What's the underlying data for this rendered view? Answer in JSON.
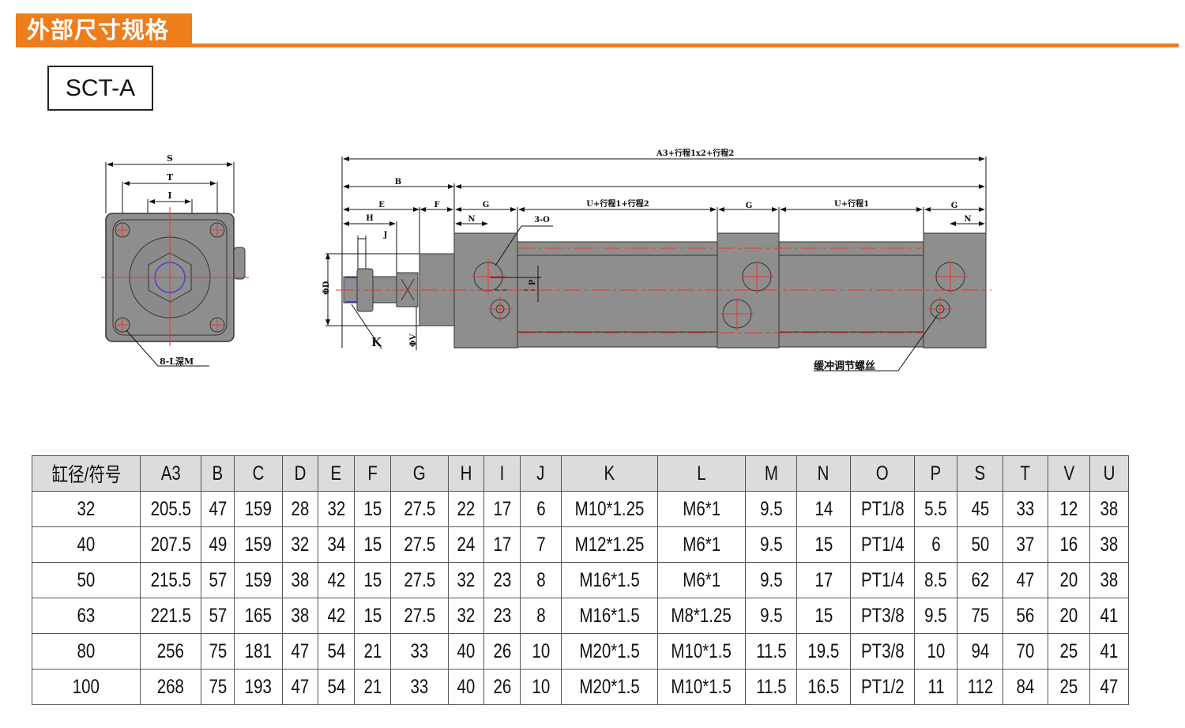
{
  "section_title": "外部尺寸规格",
  "model": "SCT-A",
  "colors": {
    "accent": "#ee7d1c",
    "body": "#8e8e8e",
    "centerline": "#e8382a",
    "thread": "#3a3acc"
  },
  "front_view_labels": {
    "s": "S",
    "t": "T",
    "i": "I",
    "holes": "8-L深M"
  },
  "side_view_labels": {
    "overall": "A3+行程1x2+行程2",
    "b": "B",
    "e": "E",
    "f": "F",
    "h": "H",
    "j": "J",
    "n_left": "N",
    "n_right": "N",
    "g1": "G",
    "g2": "G",
    "g3": "G",
    "u_stroke12": "U+行程1+行程2",
    "u_stroke1": "U+行程1",
    "port": "3-O",
    "p": "P",
    "d": "ΦD",
    "v": "ΦV",
    "k": "K",
    "cushion": "缓冲调节螺丝"
  },
  "table": {
    "headers": [
      "缸径/符号",
      "A3",
      "B",
      "C",
      "D",
      "E",
      "F",
      "G",
      "H",
      "I",
      "J",
      "K",
      "L",
      "M",
      "N",
      "O",
      "P",
      "S",
      "T",
      "V",
      "U"
    ],
    "rows": [
      [
        "32",
        "205.5",
        "47",
        "159",
        "28",
        "32",
        "15",
        "27.5",
        "22",
        "17",
        "6",
        "M10*1.25",
        "M6*1",
        "9.5",
        "14",
        "PT1/8",
        "5.5",
        "45",
        "33",
        "12",
        "38"
      ],
      [
        "40",
        "207.5",
        "49",
        "159",
        "32",
        "34",
        "15",
        "27.5",
        "24",
        "17",
        "7",
        "M12*1.25",
        "M6*1",
        "9.5",
        "15",
        "PT1/4",
        "6",
        "50",
        "37",
        "16",
        "38"
      ],
      [
        "50",
        "215.5",
        "57",
        "159",
        "38",
        "42",
        "15",
        "27.5",
        "32",
        "23",
        "8",
        "M16*1.5",
        "M6*1",
        "9.5",
        "17",
        "PT1/4",
        "8.5",
        "62",
        "47",
        "20",
        "38"
      ],
      [
        "63",
        "221.5",
        "57",
        "165",
        "38",
        "42",
        "15",
        "27.5",
        "32",
        "23",
        "8",
        "M16*1.5",
        "M8*1.25",
        "9.5",
        "15",
        "PT3/8",
        "9.5",
        "75",
        "56",
        "20",
        "41"
      ],
      [
        "80",
        "256",
        "75",
        "181",
        "47",
        "54",
        "21",
        "33",
        "40",
        "26",
        "10",
        "M20*1.5",
        "M10*1.5",
        "11.5",
        "19.5",
        "PT3/8",
        "10",
        "94",
        "70",
        "25",
        "41"
      ],
      [
        "100",
        "268",
        "75",
        "193",
        "47",
        "54",
        "21",
        "33",
        "40",
        "26",
        "10",
        "M20*1.5",
        "M10*1.5",
        "11.5",
        "16.5",
        "PT1/2",
        "11",
        "112",
        "84",
        "25",
        "47"
      ]
    ]
  }
}
